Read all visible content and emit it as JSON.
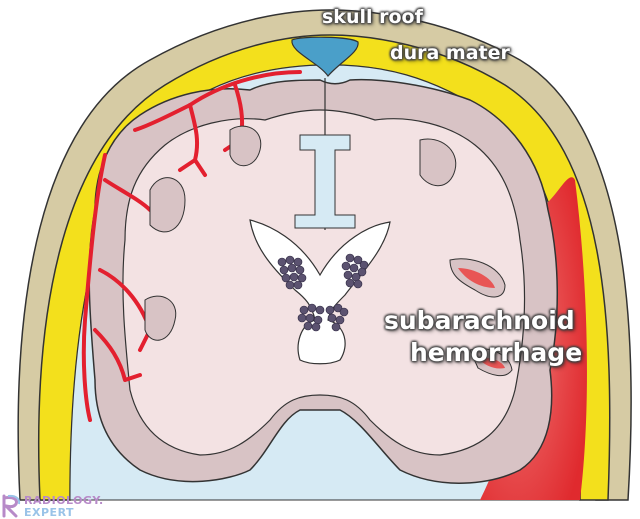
{
  "diagram": {
    "labels": {
      "skull_roof": "skull roof",
      "dura_mater": "dura mater",
      "sah_line1": "subarachnoid",
      "sah_line2": "hemorrhage"
    },
    "logo": {
      "line1": "RADIOLOGY.",
      "line2": "EXPERT"
    },
    "colors": {
      "skull": "#d6cba4",
      "dura": "#f3e01c",
      "csf": "#d6eaf4",
      "sinus": "#4a9fc9",
      "cortex": "#d8c3c5",
      "white_matter": "#f3e2e3",
      "hemorrhage": "#e02a2e",
      "vessels": "#e3202f",
      "ventricles": "#ffffff",
      "nuclei": "#5b5270",
      "outline": "#333333"
    }
  }
}
